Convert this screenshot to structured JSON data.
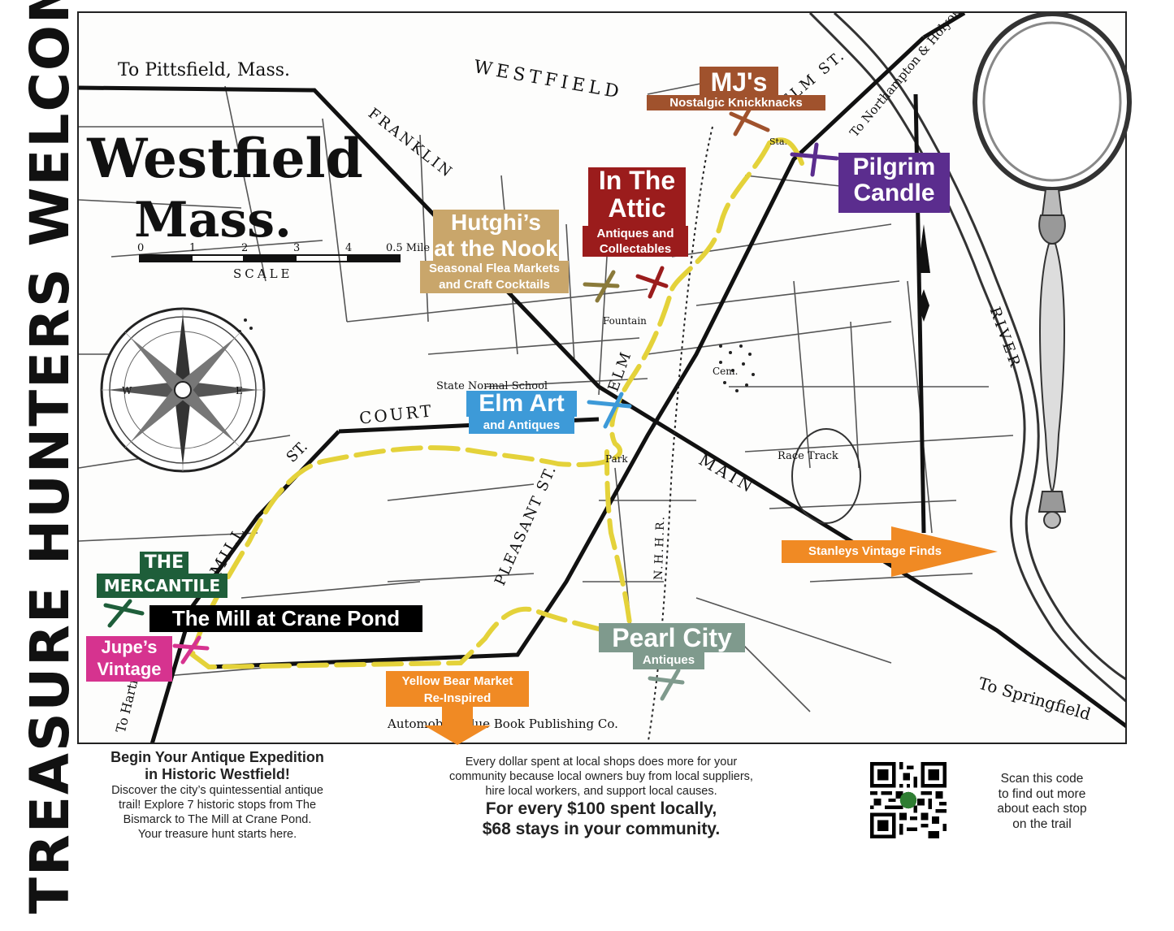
{
  "side_title": "TREASURE HUNTERS WELCOME",
  "map": {
    "title_line1": "Westfield",
    "title_line2": "Mass.",
    "scale_ticks": [
      "0",
      "1",
      "2",
      "3",
      "4",
      "0.5 Mile"
    ],
    "scale_label": "SCALE",
    "to_pittsfield": "To Pittsfield, Mass.",
    "to_northampton": "To Northampton & Holyoke, Mass.",
    "to_springfield": "To Springfield",
    "to_hartford": "To Hartford",
    "streets": {
      "westfield": "WESTFIELD",
      "franklin": "FRANKLIN",
      "elm_st_top": "ELM ST.",
      "court": "COURT",
      "st": "ST.",
      "mill": "MILL",
      "pleasant": "PLEASANT ST.",
      "main": "MAIN",
      "elm": "ELM",
      "nhhr": "N.H.H.R.",
      "river": "RIVER"
    },
    "landmarks": {
      "fountain": "Fountain",
      "normal_school": "State Normal School",
      "cem": "Cem.",
      "race_track": "Race Track",
      "park": "Park",
      "sta": "Sta."
    },
    "credit": "Automobile Blue Book Publishing Co."
  },
  "stops": {
    "mjs_title": "MJ's",
    "mjs_sub": "Nostalgic Knickknacks",
    "pilgrim_line1": "Pilgrim",
    "pilgrim_line2": "Candle",
    "attic_line1": "In The",
    "attic_line2": "Attic",
    "attic_sub1": "Antiques and",
    "attic_sub2": "Collectables",
    "hutghi_line1": "Hutghi’s",
    "hutghi_line2": "at the Nook",
    "hutghi_sub1": "Seasonal Flea Markets",
    "hutghi_sub2": "and Craft Cocktails",
    "elmart_title": "Elm Art",
    "elmart_sub": "and Antiques",
    "stanleys": "Stanleys Vintage Finds",
    "mercantile_line1": "THE",
    "mercantile_line2": "MERCANTILE",
    "mill": "The Mill at Crane Pond",
    "jupes_line1": "Jupe’s",
    "jupes_line2": "Vintage",
    "yellowbear_line1": "Yellow Bear Market",
    "yellowbear_line2": "Re-Inspired",
    "pearl_title": "Pearl City",
    "pearl_sub": "Antiques"
  },
  "colors": {
    "mjs": "#a0522d",
    "pilgrim": "#5b2d8e",
    "attic": "#9b1c1c",
    "hutghi": "#c9a66b",
    "elmart": "#3d9ad8",
    "stanleys": "#f08a24",
    "mercantile": "#1e5e3a",
    "mill": "#000000",
    "jupes": "#d6338f",
    "yellowbear": "#f08a24",
    "pearl": "#7f9a8d",
    "trail": "#e4d23a"
  },
  "intro": {
    "heading1": "Begin Your Antique Expedition",
    "heading2": "in Historic Westfield!",
    "line1": "Discover the city’s quintessential antique",
    "line2": "trail! Explore 7 historic stops from The",
    "line3": "Bismarck to The Mill at Crane Pond.",
    "line4": "Your treasure hunt starts here."
  },
  "local": {
    "line1": "Every dollar spent at local shops does more for your",
    "line2": "community because local owners buy from local suppliers,",
    "line3": "hire local workers, and support local causes.",
    "bold1": "For every $100 spent locally,",
    "bold2": "$68 stays in your community."
  },
  "qr": {
    "line1": "Scan this code",
    "line2": "to find out more",
    "line3": "about each stop",
    "line4": "on the trail"
  },
  "icons": [
    "magnifying-glass-icon",
    "compass-rose-icon",
    "qr-code-icon",
    "x-marker-icon",
    "arrow-icon"
  ]
}
